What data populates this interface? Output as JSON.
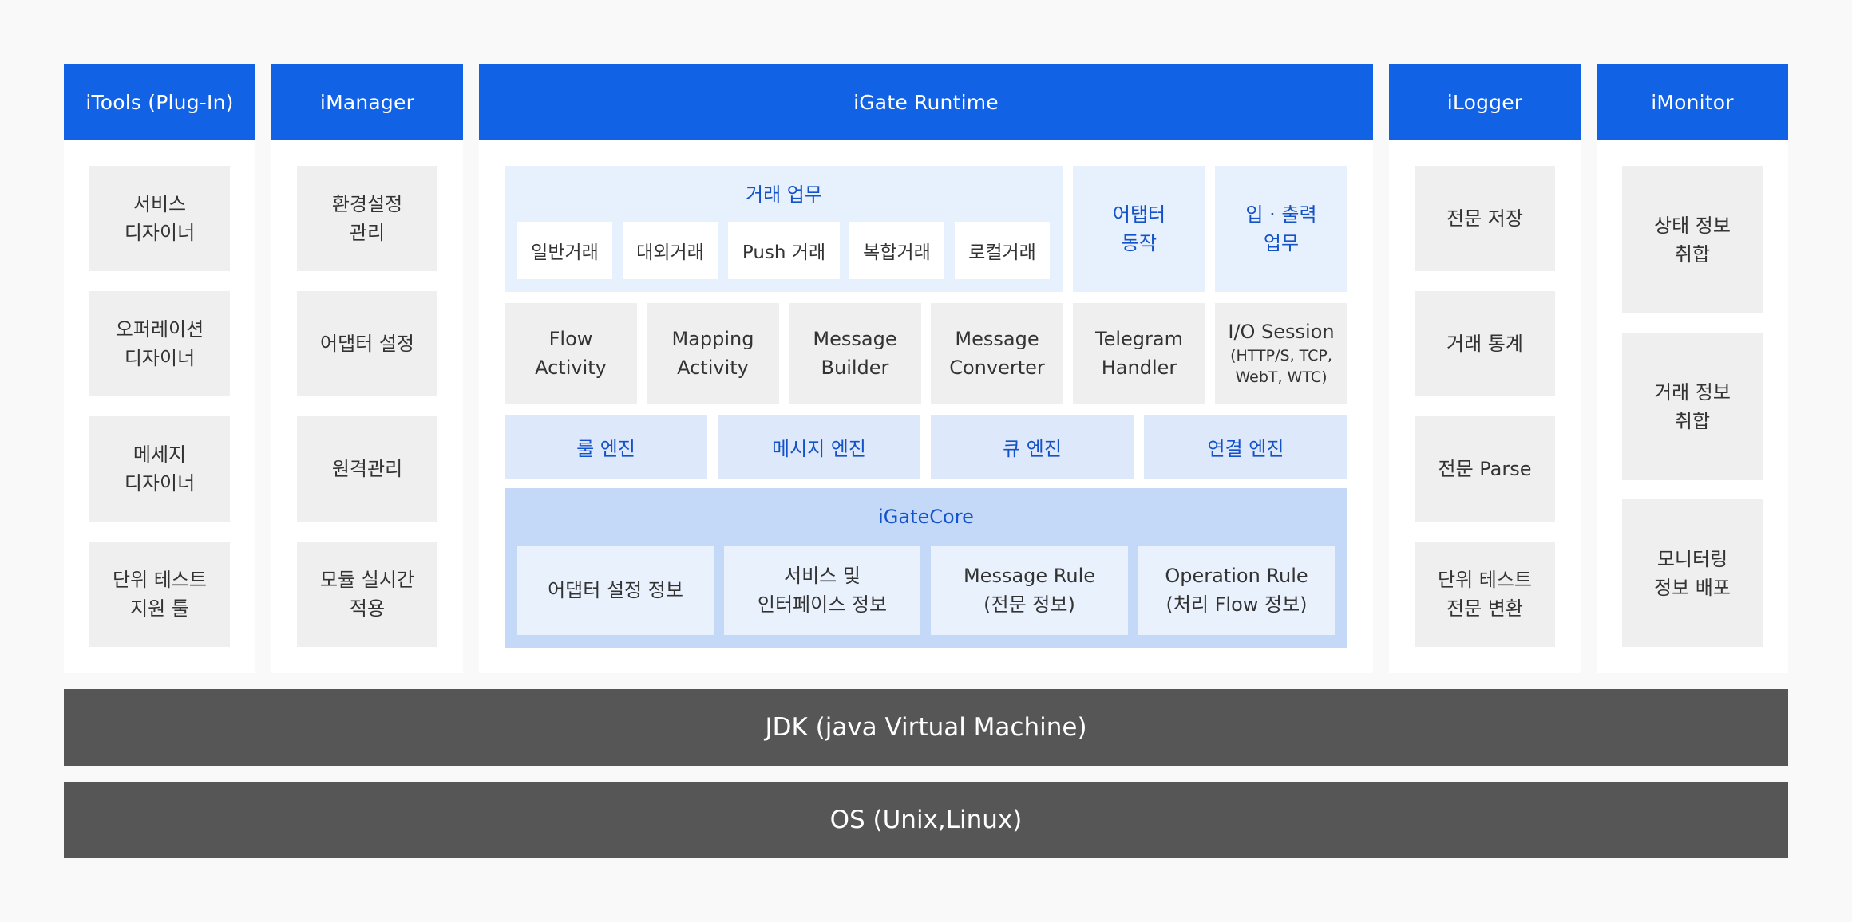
{
  "columns": {
    "itools": {
      "title": "iTools (Plug-In)",
      "items": [
        "서비스\n디자이너",
        "오퍼레이션\n디자이너",
        "메세지\n디자이너",
        "단위 테스트\n지원 툴"
      ]
    },
    "imanager": {
      "title": "iManager",
      "items": [
        "환경설정\n관리",
        "어댑터 설정",
        "원격관리",
        "모듈 실시간\n적용"
      ]
    },
    "runtime": {
      "title": "iGate Runtime",
      "transactions": {
        "title": "거래 업무",
        "items": [
          "일반거래",
          "대외거래",
          "Push 거래",
          "복합거래",
          "로컬거래"
        ]
      },
      "adapter_op": "어탭터\n동작",
      "io_work": "입 · 출력\n업무",
      "activities": [
        "Flow\nActivity",
        "Mapping\nActivity",
        "Message\nBuilder",
        "Message\nConverter",
        "Telegram\nHandler"
      ],
      "io_session": {
        "title": "I/O Session",
        "sub": "(HTTP/S, TCP,\nWebT, WTC)"
      },
      "engines": [
        "룰 엔진",
        "메시지 엔진",
        "큐 엔진",
        "연결 엔진"
      ],
      "core": {
        "title": "iGateCore",
        "items": [
          "어댑터 설정 정보",
          "서비스 및\n인터페이스 정보",
          "Message Rule\n(전문 정보)",
          "Operation Rule\n(처리 Flow 정보)"
        ]
      }
    },
    "ilogger": {
      "title": "iLogger",
      "items": [
        "전문 저장",
        "거래 통계",
        "전문 Parse",
        "단위 테스트\n전문 변환"
      ]
    },
    "imonitor": {
      "title": "iMonitor",
      "items": [
        "상태 정보\n취합",
        "거래 정보\n취합",
        "모니터링\n정보 배포"
      ]
    }
  },
  "jdk": "JDK (java Virtual Machine)",
  "os": "OS (Unix,Linux)",
  "colors": {
    "header_blue": "#1262e6",
    "accent_text_blue": "#1352c8",
    "panel_light_blue": "#e7f0fd",
    "engine_blue": "#dde8fb",
    "core_blue": "#c4d9f8",
    "grey_box": "#efefef",
    "dark_bar": "#565656"
  }
}
